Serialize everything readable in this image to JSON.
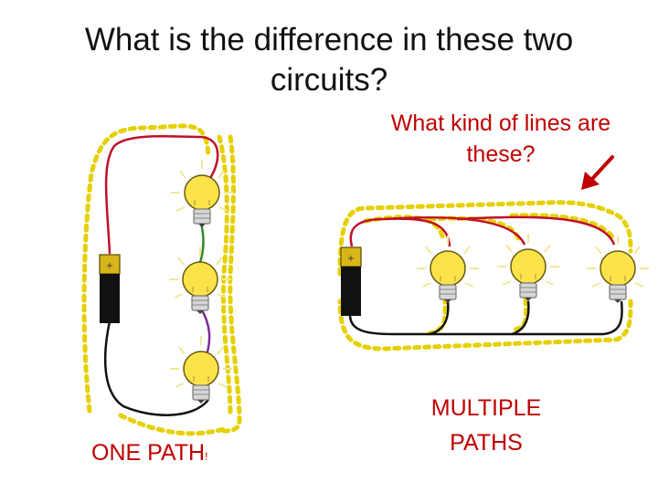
{
  "title": "What is the difference in these two circuits?",
  "question": "What kind of lines are these?",
  "series_label": "ONE PATH",
  "series_label_suffix": "!",
  "parallel_label": "MULTIPLE PATHS",
  "colors": {
    "title": "#111111",
    "label": "#c00000",
    "arrow_dot": "#e5d000",
    "wire_red": "#c0102a",
    "wire_black": "#111111",
    "wire_green": "#2f8a2a",
    "wire_purple": "#7a2a9a",
    "bulb": "#fde34a",
    "battery_top": "#d8b61a"
  },
  "icons": [
    "battery-icon",
    "light-bulb-icon",
    "arrow-pointer-icon"
  ]
}
